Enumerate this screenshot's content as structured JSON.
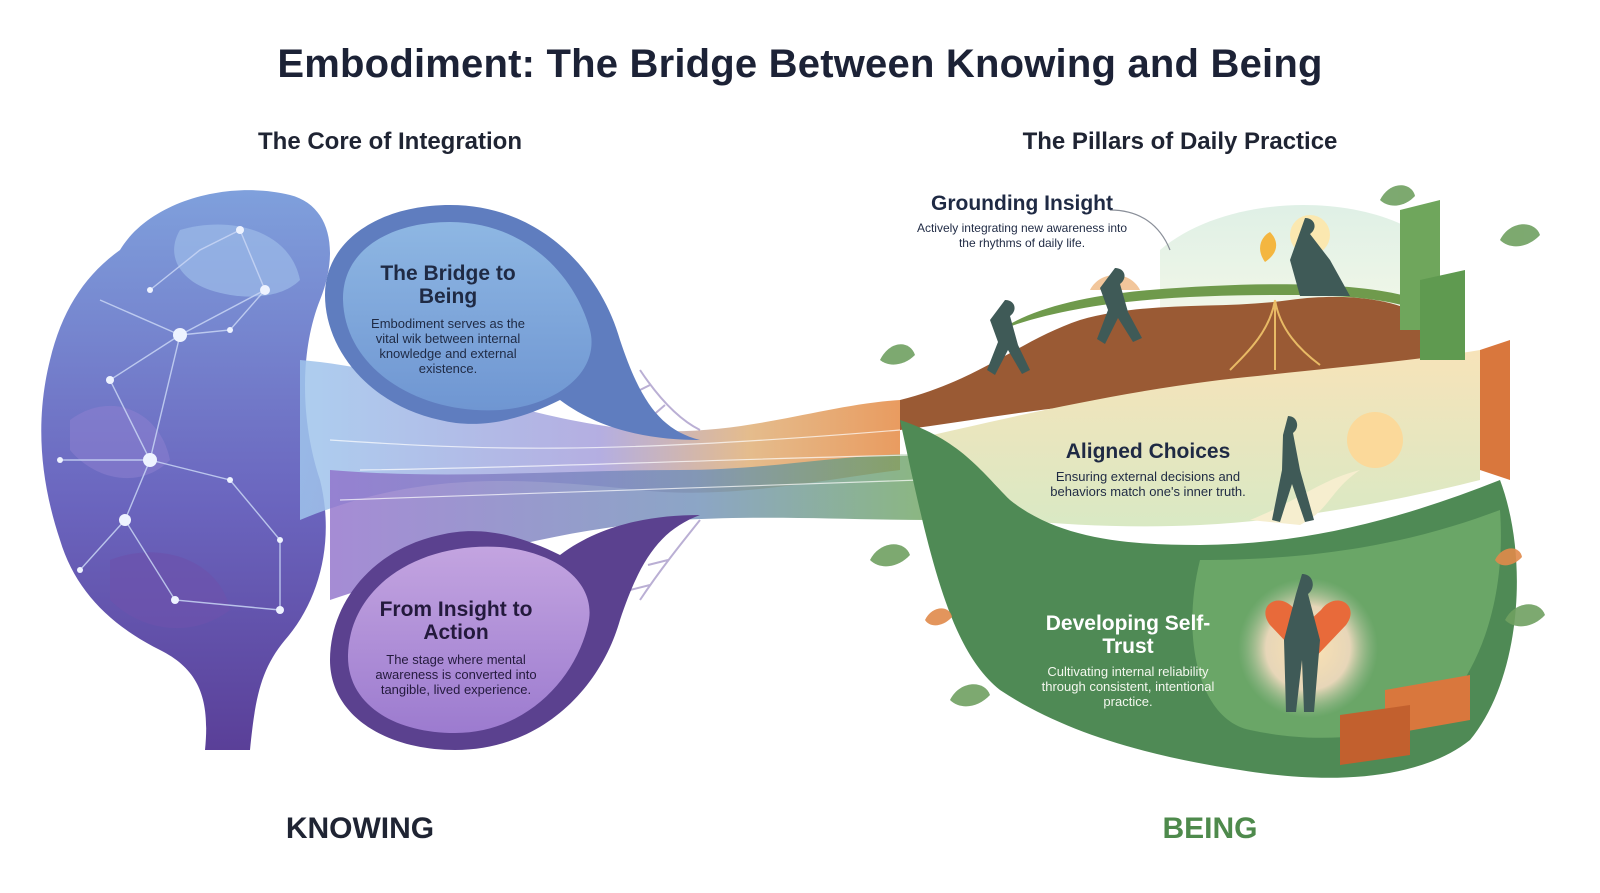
{
  "title": "Embodiment: The Bridge Between Knowing and Being",
  "left_section": {
    "heading": "The Core of Integration",
    "bubble_top": {
      "title": "The Bridge to Being",
      "description": "Embodiment serves as the vital wik between internal knowledge and external existence."
    },
    "bubble_bottom": {
      "title": "From Insight to Action",
      "description": "The stage where mental awareness is converted into tangible, lived experience."
    },
    "footer_label": "KNOWING"
  },
  "right_section": {
    "heading": "The Pillars of Daily Practice",
    "pillars": [
      {
        "title": "Grounding Insight",
        "description": "Actively integrating new awareness into the rhythms of daily life."
      },
      {
        "title": "Aligned Choices",
        "description": "Ensuring external decisions and behaviors match one's inner truth."
      },
      {
        "title": "Developing Self-Trust",
        "description": "Cultivating internal reliability through consistent, intentional practice."
      }
    ],
    "footer_label": "BEING"
  },
  "colors": {
    "knowing_blue": "#7fa3d9",
    "knowing_purple": "#6a4fa3",
    "being_green": "#4e8a4c",
    "earth_brown": "#9a5a34",
    "heart_orange": "#e86a3a"
  }
}
